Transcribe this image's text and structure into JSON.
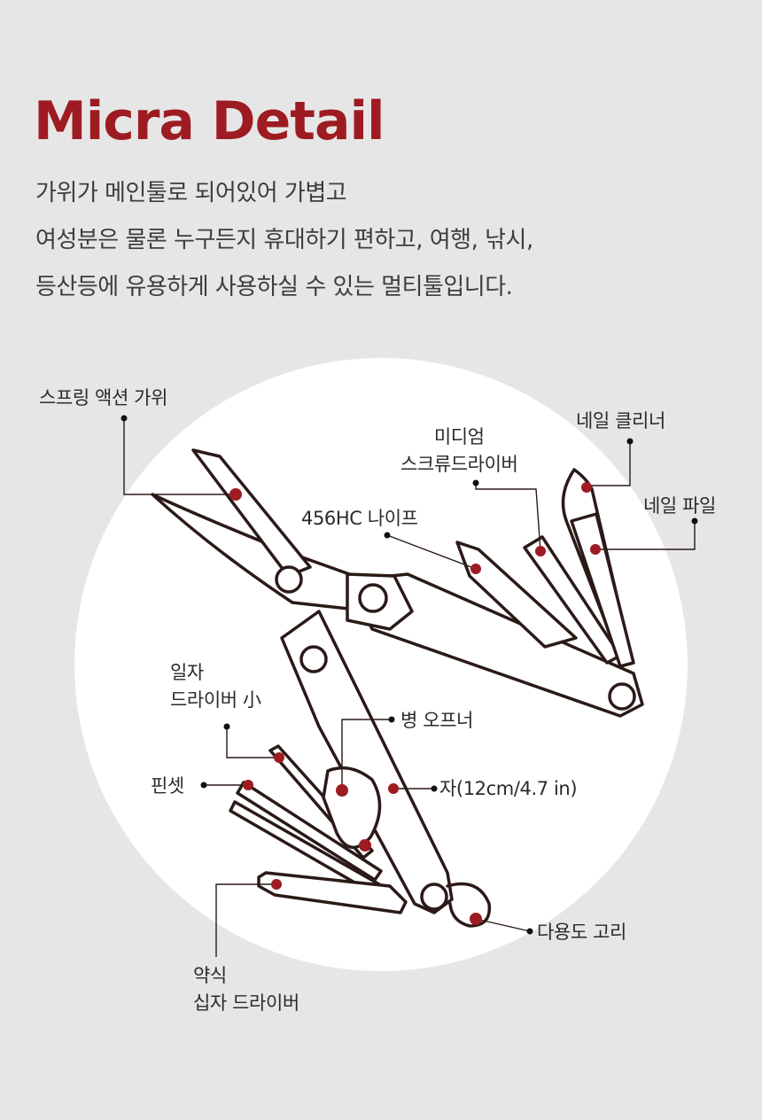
{
  "header": {
    "title": "Micra Detail",
    "description_lines": [
      "가위가 메인툴로 되어있어 가볍고",
      "여성분은 물론 누구든지 휴대하기 편하고, 여행, 낚시,",
      "등산등에 유용하게 사용하실 수 있는 멀티툴입니다."
    ]
  },
  "diagram": {
    "labels": {
      "spring_scissors": "스프링 액션 가위",
      "medium_screwdriver_1": "미디엄",
      "medium_screwdriver_2": "스크류드라이버",
      "nail_cleaner": "네일 클리너",
      "nail_file": "네일 파일",
      "knife": "456HC 나이프",
      "small_flat_driver_1": "일자",
      "small_flat_driver_2": "드라이버 小",
      "bottle_opener": "병 오프너",
      "tweezers": "핀셋",
      "ruler": "자(12cm/4.7 in)",
      "keyring": "다용도 고리",
      "phillips_driver_1": "약식",
      "phillips_driver_2": "십자 드라이버"
    },
    "colors": {
      "title": "#9e1b22",
      "marker": "#9e1b22",
      "outline": "#2b1a17",
      "circle": "#ffffff",
      "background": "#e6e6e6"
    }
  }
}
